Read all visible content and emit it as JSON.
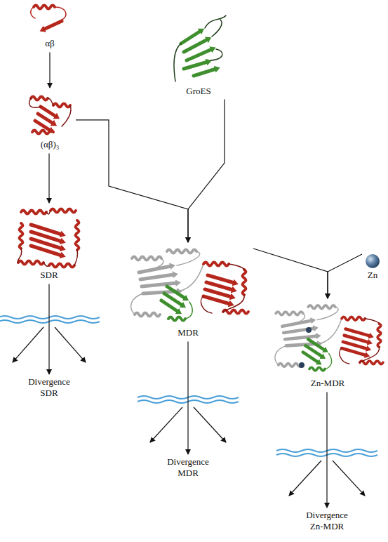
{
  "diagram": {
    "nodes": [
      {
        "text": [
          "αβ"
        ]
      },
      {
        "text": [
          "(αβ)₃"
        ]
      },
      {
        "text": [
          "SDR"
        ]
      },
      {
        "text": [
          "GroES"
        ]
      },
      {
        "text": [
          "MDR"
        ]
      },
      {
        "text": [
          "Zn"
        ]
      },
      {
        "text": [
          "Zn-MDR"
        ]
      },
      {
        "text": [
          "Divergence SDR"
        ]
      },
      {
        "text": [
          "Divergence MDR"
        ]
      },
      {
        "text": [
          "Divergence Zn-MDR"
        ]
      }
    ],
    "edges": [
      {
        "from": 0,
        "to": 1,
        "arrow": "to"
      },
      {
        "from": 1,
        "to": 2,
        "arrow": "to"
      },
      {
        "from": 2,
        "to": 7,
        "arrow": "to"
      },
      {
        "from": 1,
        "to": 4,
        "arrow": "to"
      },
      {
        "from": 3,
        "to": 4,
        "arrow": "to"
      },
      {
        "from": 4,
        "to": 6,
        "arrow": "to"
      },
      {
        "from": 5,
        "to": 6,
        "arrow": "to"
      },
      {
        "from": 4,
        "to": 8,
        "arrow": "to"
      },
      {
        "from": 6,
        "to": 9,
        "arrow": "to"
      }
    ]
  }
}
